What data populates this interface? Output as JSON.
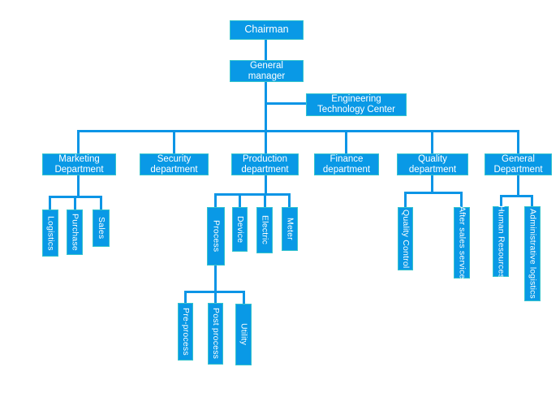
{
  "diagram": {
    "type": "org-chart",
    "colors": {
      "node_fill": "#0999e6",
      "node_border": "#36c4cc",
      "connector": "#0c95e6",
      "text": "#ffffff",
      "background": "#ffffff"
    },
    "nodes": {
      "chairman": "Chairman",
      "general_manager": "General manager",
      "engineering": "Engineering Technology Center",
      "marketing": "Marketing Department",
      "security": "Security department",
      "production": "Production department",
      "finance": "Finance department",
      "quality": "Quality department",
      "general_dept": "General Department",
      "logistics": "Logistics",
      "purchase": "Purchase",
      "sales": "Sales",
      "process": "Process",
      "device": "Device",
      "electric": "Electric",
      "meter": "Meter",
      "pre_process": "Pre-process",
      "post_process": "Post process",
      "utility": "Utility",
      "quality_control": "Quality Control",
      "after_sales": "After sales service",
      "human_resources": "Human Resources",
      "admin_logistics": "Administrative logistics"
    },
    "hierarchy": [
      {
        "parent": "Chairman",
        "children": [
          "General manager"
        ]
      },
      {
        "parent": "General manager",
        "children": [
          "Engineering Technology Center",
          "Marketing Department",
          "Security department",
          "Production department",
          "Finance department",
          "Quality department",
          "General Department"
        ]
      },
      {
        "parent": "Marketing Department",
        "children": [
          "Logistics",
          "Purchase",
          "Sales"
        ]
      },
      {
        "parent": "Production department",
        "children": [
          "Process",
          "Device",
          "Electric",
          "Meter"
        ]
      },
      {
        "parent": "Process",
        "children": [
          "Pre-process",
          "Post process",
          "Utility"
        ]
      },
      {
        "parent": "Quality department",
        "children": [
          "Quality Control",
          "After sales service"
        ]
      },
      {
        "parent": "General Department",
        "children": [
          "Human Resources",
          "Administrative logistics"
        ]
      }
    ]
  }
}
